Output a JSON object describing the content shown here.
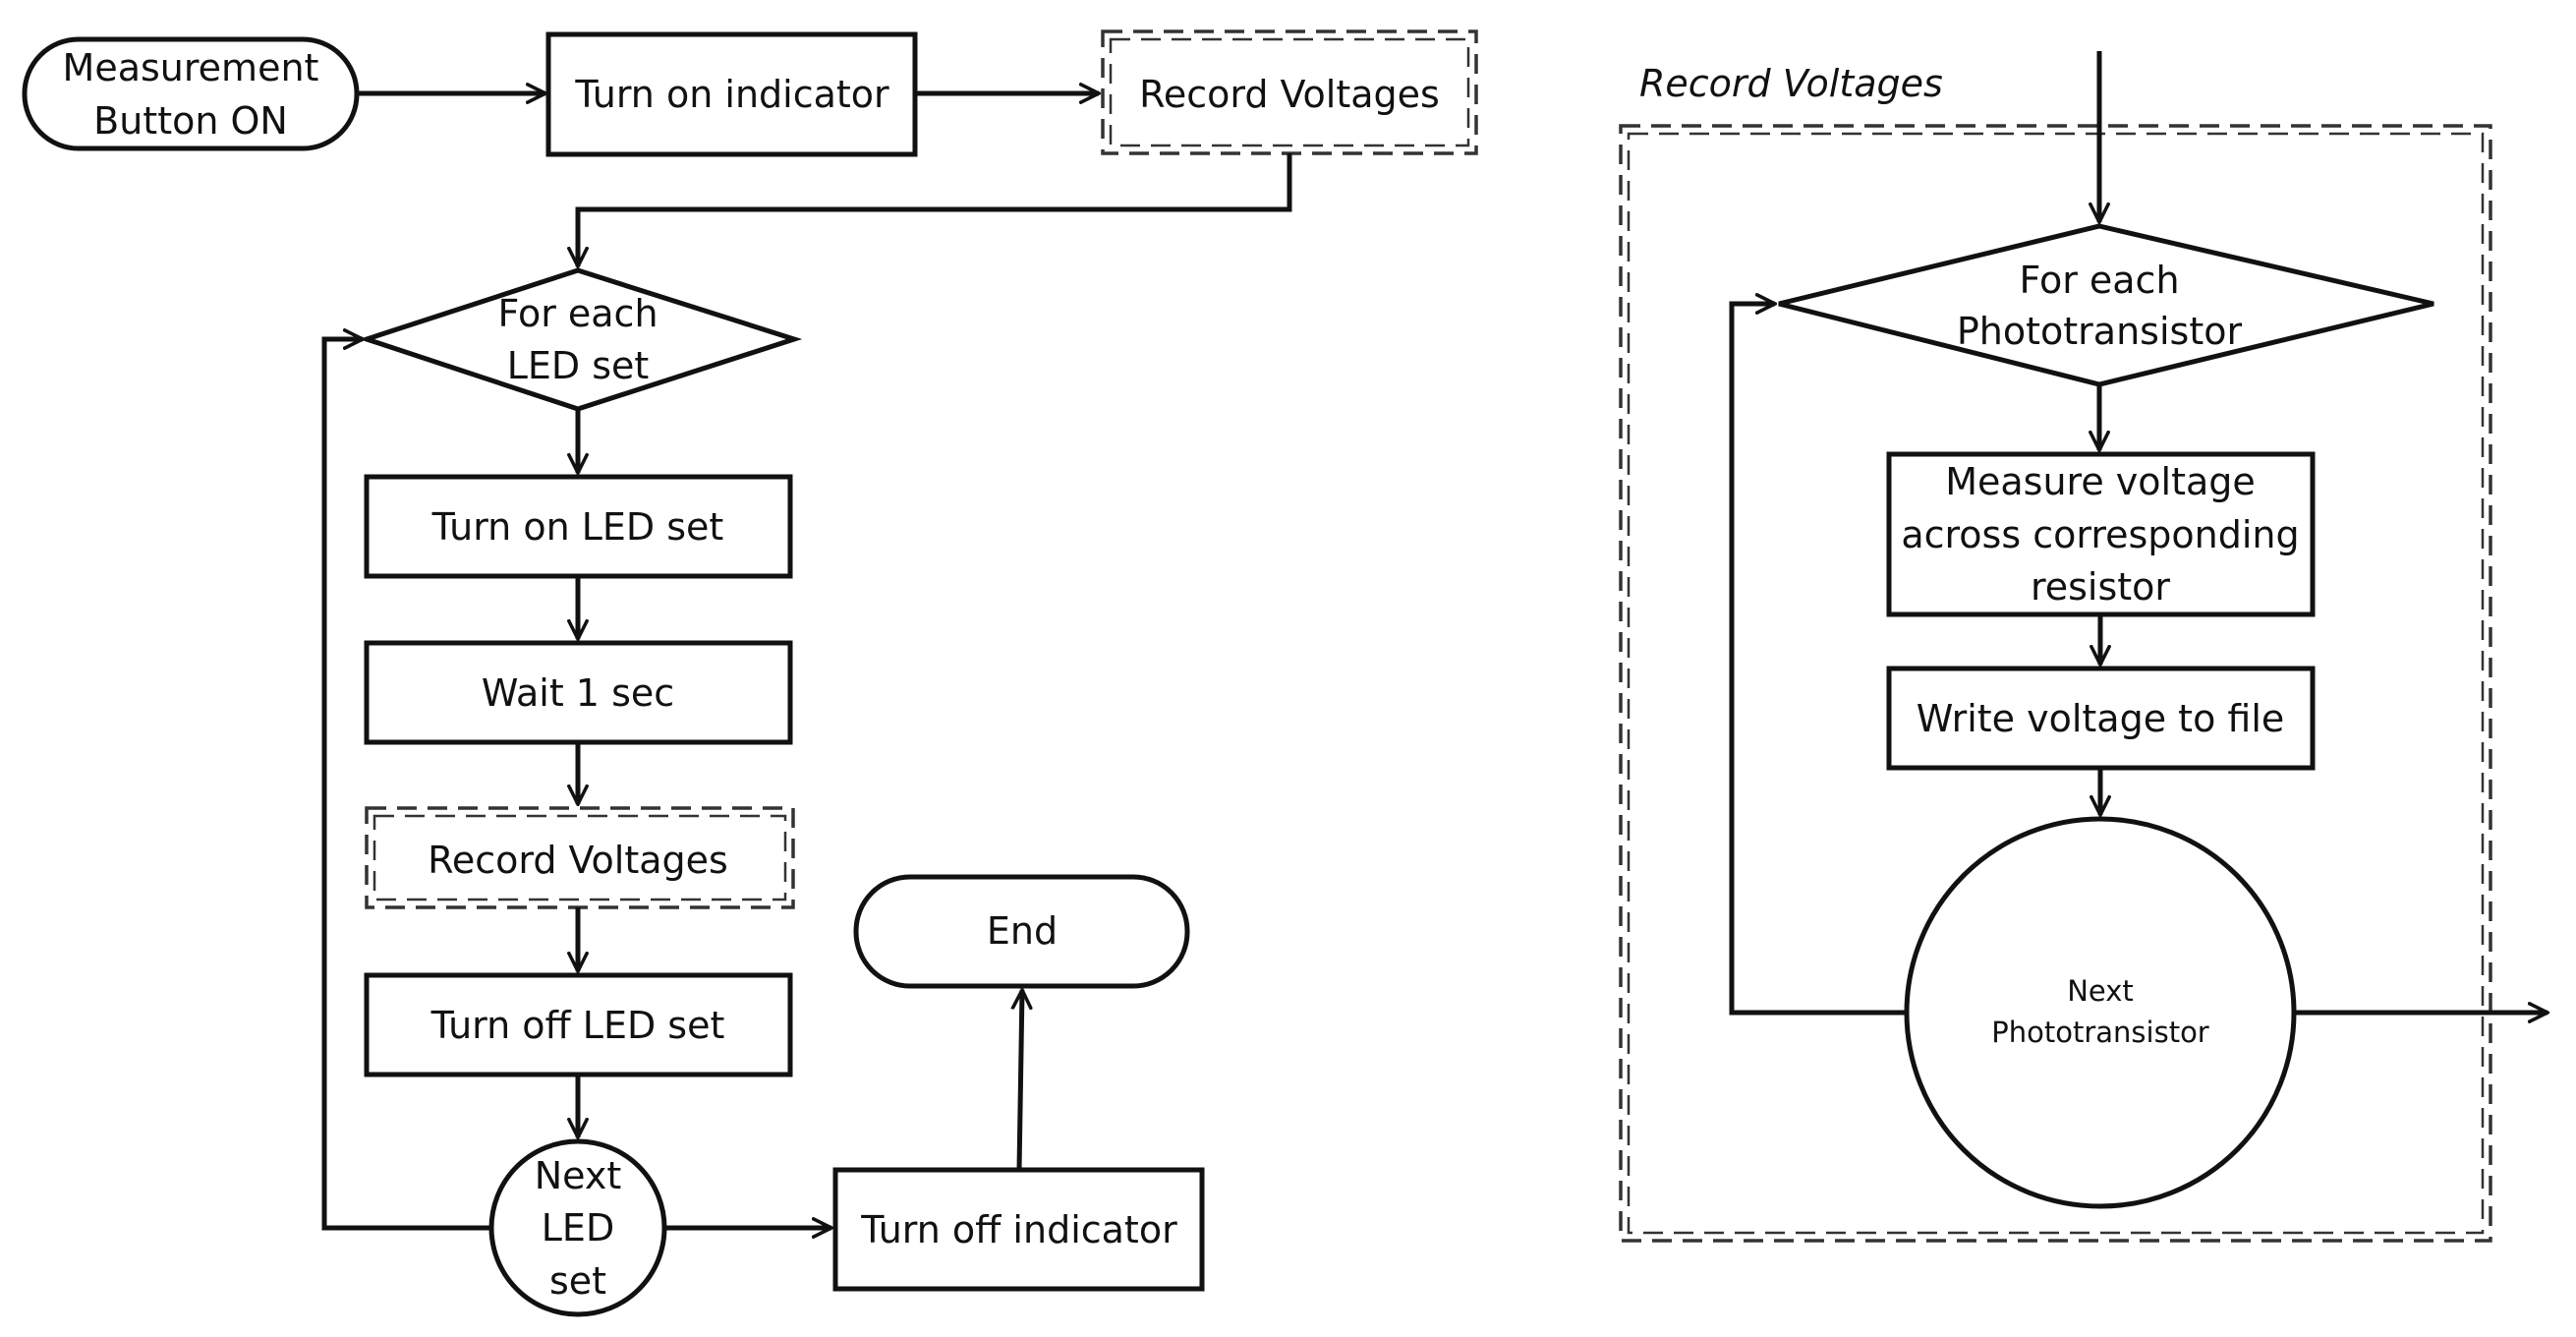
{
  "left_flow": {
    "start": {
      "lines": [
        "Measurement",
        "Button ON"
      ]
    },
    "turn_on_indicator": {
      "label": "Turn on indicator"
    },
    "record_voltages_top": {
      "label": "Record Voltages"
    },
    "for_each_led": {
      "lines": [
        "For each",
        "LED set"
      ]
    },
    "turn_on_led": {
      "label": "Turn on LED set"
    },
    "wait": {
      "label": "Wait 1 sec"
    },
    "record_voltages_mid": {
      "label": "Record Voltages"
    },
    "turn_off_led": {
      "label": "Turn off LED set"
    },
    "next_led": {
      "lines": [
        "Next",
        "LED",
        "set"
      ]
    },
    "turn_off_indicator": {
      "label": "Turn off indicator"
    },
    "end": {
      "label": "End"
    }
  },
  "right_flow": {
    "title": "Record Voltages",
    "for_each_pt": {
      "lines": [
        "For each",
        "Phototransistor"
      ]
    },
    "measure": {
      "lines": [
        "Measure voltage",
        "across corresponding",
        "resistor"
      ]
    },
    "write": {
      "label": "Write voltage to file"
    },
    "next_pt": {
      "lines": [
        "Next",
        "Phototransistor"
      ]
    }
  }
}
